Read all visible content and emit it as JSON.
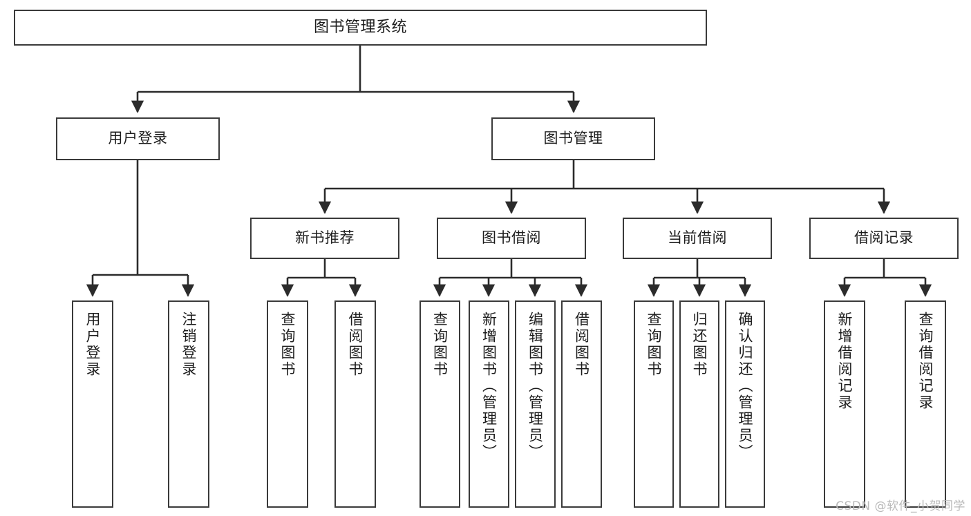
{
  "diagram": {
    "title": "图书管理系统",
    "type": "tree",
    "watermark": "CSDN @软件_小贺同学",
    "colors": {
      "box_border": "#3a3a3a",
      "box_fill": "#ffffff",
      "connector": "#2b2b2b",
      "text": "#1c1c1c",
      "watermark": "#b9b9b9"
    },
    "root": {
      "label": "图书管理系统"
    },
    "level1": [
      {
        "label": "用户登录"
      },
      {
        "label": "图书管理"
      }
    ],
    "level2": [
      {
        "label": "新书推荐"
      },
      {
        "label": "图书借阅"
      },
      {
        "label": "当前借阅"
      },
      {
        "label": "借阅记录"
      }
    ],
    "leaves": {
      "user_login": [
        {
          "label": "用户登录"
        },
        {
          "label": "注销登录"
        }
      ],
      "new_book": [
        {
          "label": "查询图书"
        },
        {
          "label": "借阅图书"
        }
      ],
      "book_borrow": [
        {
          "label": "查询图书"
        },
        {
          "label": "新增图书（管理员）"
        },
        {
          "label": "编辑图书（管理员）"
        },
        {
          "label": "借阅图书"
        }
      ],
      "current_borrow": [
        {
          "label": "查询图书"
        },
        {
          "label": "归还图书"
        },
        {
          "label": "确认归还（管理员）"
        }
      ],
      "borrow_record": [
        {
          "label": "新增借阅记录"
        },
        {
          "label": "查询借阅记录"
        }
      ]
    }
  }
}
